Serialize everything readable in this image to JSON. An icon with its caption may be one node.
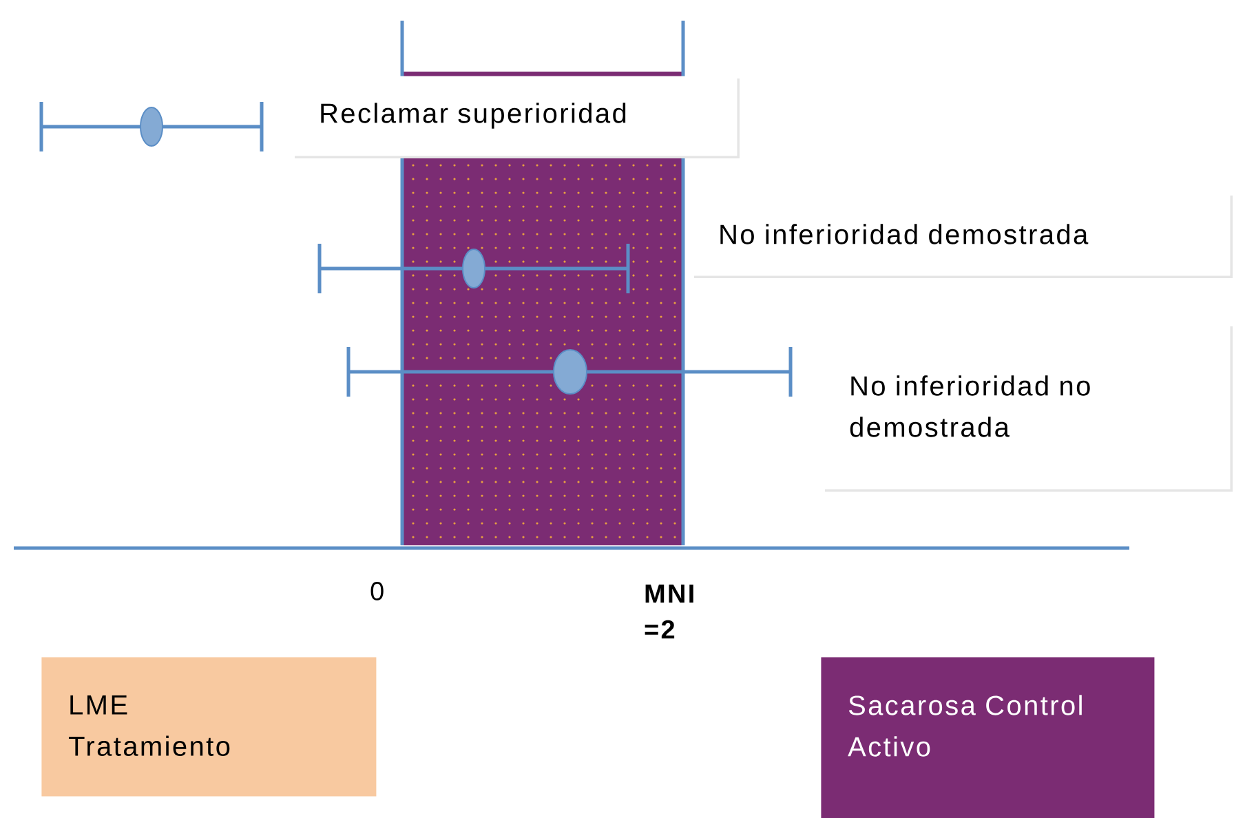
{
  "diagram": {
    "nodes": [
      {
        "text": [
          "Reclamar superioridad"
        ]
      },
      {
        "text": [
          "No inferioridad demostrada"
        ]
      },
      {
        "text": [
          "No inferioridad no demostrada"
        ]
      },
      {
        "text": [
          "LME Tratamiento"
        ]
      },
      {
        "text": [
          "Sacarosa Control Activo"
        ]
      }
    ],
    "labels": [
      "0",
      "MNI =2"
    ]
  }
}
